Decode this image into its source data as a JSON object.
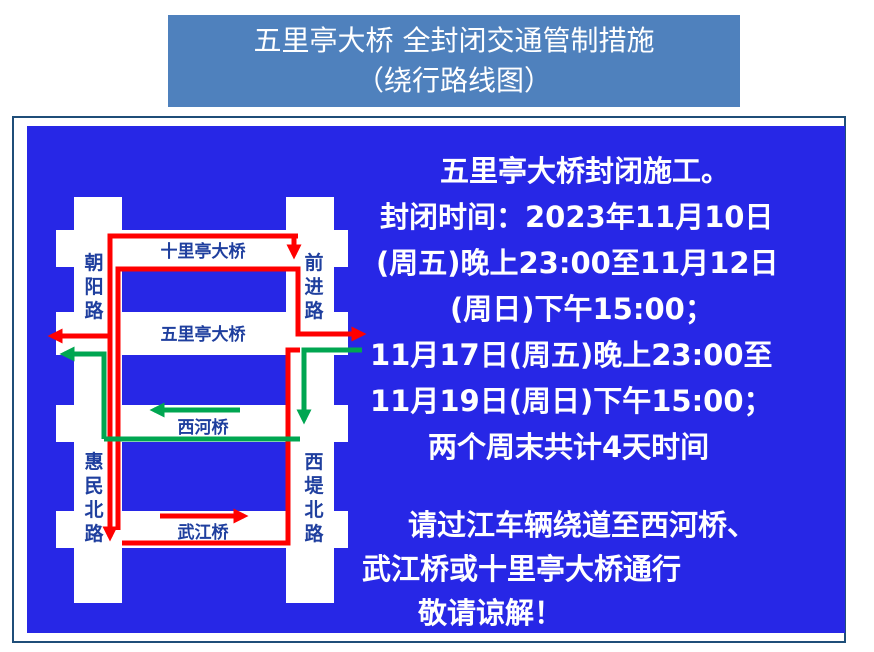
{
  "title": {
    "line1": "五里亭大桥 全封闭交通管制措施",
    "line2": "（绕行路线图）"
  },
  "roads": {
    "chaoyang": [
      "朝",
      "阳",
      "路"
    ],
    "qianjin": [
      "前",
      "进",
      "路"
    ],
    "huimin": [
      "惠",
      "民",
      "北",
      "路"
    ],
    "xiti": [
      "西",
      "堤",
      "北",
      "路"
    ]
  },
  "bridges": {
    "shiliting": "十里亭大桥",
    "wuliting": "五里亭大桥",
    "xihe": "西河桥",
    "wujiang": "武江桥"
  },
  "notice": {
    "line1": "五里亭大桥封闭施工。",
    "line2": "封闭时间：2023年11月10日",
    "line3": "(周五)晚上23:00至11月12日",
    "line4": "(周日)下午15:00；",
    "line5": "11月17日(周五)晚上23:00至",
    "line6": "11月19日(周日)下午15:00；",
    "line7": "两个周末共计4天时间",
    "line8": "请过江车辆绕道至西河桥、",
    "line9": "武江桥或十里亭大桥通行",
    "line10": "敬请谅解！"
  },
  "colors": {
    "title_bg": "#4f81bd",
    "panel_bg": "#2727e6",
    "road": "#ffffff",
    "road_label": "#1f3f9e",
    "detour_red": "#ff0000",
    "detour_green": "#00a651",
    "notice_text": "#ffffff"
  }
}
